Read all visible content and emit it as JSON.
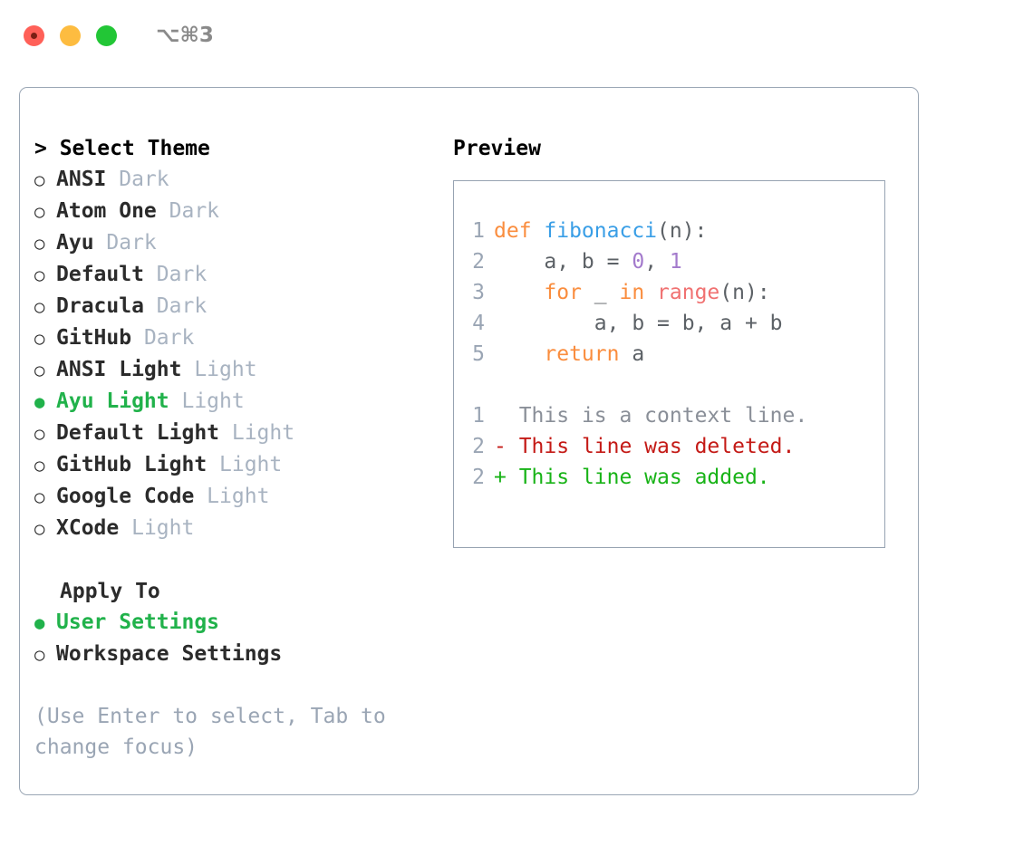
{
  "window": {
    "shortcut": "⌥⌘3",
    "traffic_lights": [
      "close-red",
      "minimize-yellow",
      "maximize-green"
    ]
  },
  "theme_picker": {
    "title": "> Select Theme",
    "options": [
      {
        "marker": "○",
        "name": "ANSI",
        "tag": "Dark",
        "selected": false
      },
      {
        "marker": "○",
        "name": "Atom One",
        "tag": "Dark",
        "selected": false
      },
      {
        "marker": "○",
        "name": "Ayu",
        "tag": "Dark",
        "selected": false
      },
      {
        "marker": "○",
        "name": "Default",
        "tag": "Dark",
        "selected": false
      },
      {
        "marker": "○",
        "name": "Dracula",
        "tag": "Dark",
        "selected": false
      },
      {
        "marker": "○",
        "name": "GitHub",
        "tag": "Dark",
        "selected": false
      },
      {
        "marker": "○",
        "name": "ANSI Light",
        "tag": "Light",
        "selected": false
      },
      {
        "marker": "●",
        "name": "Ayu Light",
        "tag": "Light",
        "selected": true
      },
      {
        "marker": "○",
        "name": "Default Light",
        "tag": "Light",
        "selected": false
      },
      {
        "marker": "○",
        "name": "GitHub Light",
        "tag": "Light",
        "selected": false
      },
      {
        "marker": "○",
        "name": "Google Code",
        "tag": "Light",
        "selected": false
      },
      {
        "marker": "○",
        "name": "XCode",
        "tag": "Light",
        "selected": false
      }
    ]
  },
  "apply_to": {
    "title": "Apply To",
    "options": [
      {
        "marker": "●",
        "name": "User Settings",
        "selected": true
      },
      {
        "marker": "○",
        "name": "Workspace Settings",
        "selected": false
      }
    ]
  },
  "hint": "(Use Enter to select, Tab to change focus)",
  "preview": {
    "title": "Preview",
    "code_lines": [
      {
        "num": "1",
        "tokens": [
          {
            "t": "def ",
            "c": "kw"
          },
          {
            "t": "fibonacci",
            "c": "fn"
          },
          {
            "t": "(n):",
            "c": "punct"
          }
        ]
      },
      {
        "num": "2",
        "tokens": [
          {
            "t": "    a, b = ",
            "c": "plain"
          },
          {
            "t": "0",
            "c": "num"
          },
          {
            "t": ", ",
            "c": "plain"
          },
          {
            "t": "1",
            "c": "num"
          }
        ]
      },
      {
        "num": "3",
        "tokens": [
          {
            "t": "    ",
            "c": "plain"
          },
          {
            "t": "for",
            "c": "kw"
          },
          {
            "t": " _ ",
            "c": "plain"
          },
          {
            "t": "in",
            "c": "kw"
          },
          {
            "t": " ",
            "c": "plain"
          },
          {
            "t": "range",
            "c": "call"
          },
          {
            "t": "(n):",
            "c": "punct"
          }
        ]
      },
      {
        "num": "4",
        "tokens": [
          {
            "t": "        a, b = b, a + b",
            "c": "plain"
          }
        ]
      },
      {
        "num": "5",
        "tokens": [
          {
            "t": "    ",
            "c": "plain"
          },
          {
            "t": "return",
            "c": "kw"
          },
          {
            "t": " a",
            "c": "plain"
          }
        ]
      }
    ],
    "diff_lines": [
      {
        "num": "1",
        "sign": "  ",
        "text": "This is a context line.",
        "kind": "ctx"
      },
      {
        "num": "2",
        "sign": "- ",
        "text": "This line was deleted.",
        "kind": "del"
      },
      {
        "num": "2",
        "sign": "+ ",
        "text": "This line was added.",
        "kind": "add"
      }
    ]
  },
  "colors": {
    "accent_green": "#21b24b",
    "keyword_orange": "#fa8d3e",
    "function_blue": "#399ee6",
    "number_purple": "#a37acc",
    "call_salmon": "#f07171",
    "muted_gray": "#9aa5b4",
    "diff_deleted": "#c41a16",
    "diff_added": "#18b317"
  }
}
